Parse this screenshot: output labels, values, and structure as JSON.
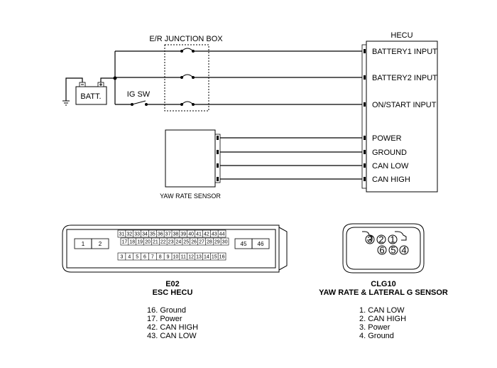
{
  "junction_box": {
    "label": "E/R JUNCTION BOX"
  },
  "battery": {
    "label": "BATT."
  },
  "ig_switch": {
    "label": "IG SW"
  },
  "hecu": {
    "title": "HECU",
    "pins": [
      "BATTERY1 INPUT",
      "BATTERY2 INPUT",
      "ON/START INPUT",
      "POWER",
      "GROUND",
      "CAN LOW",
      "CAN HIGH"
    ]
  },
  "yaw_sensor": {
    "label": "YAW RATE SENSOR"
  },
  "e02": {
    "code": "E02",
    "name": "ESC HECU",
    "row_top": [
      "31",
      "32",
      "33",
      "34",
      "35",
      "36",
      "37",
      "38",
      "39",
      "40",
      "41",
      "42",
      "43",
      "44"
    ],
    "row_mid": [
      "17",
      "18",
      "19",
      "20",
      "21",
      "22",
      "23",
      "24",
      "25",
      "26",
      "27",
      "28",
      "29",
      "30"
    ],
    "row_bottom": [
      "3",
      "4",
      "5",
      "6",
      "7",
      "8",
      "9",
      "10",
      "11",
      "12",
      "13",
      "14",
      "15",
      "16"
    ],
    "left_pins": [
      "1",
      "2"
    ],
    "right_pins": [
      "45",
      "46"
    ],
    "pin_list": [
      "16. Ground",
      "17. Power",
      "42. CAN HIGH",
      "43. CAN LOW"
    ]
  },
  "clg10": {
    "code": "CLG10",
    "name": "YAW RATE & LATERAL G SENSOR",
    "row_top": [
      "3",
      "2",
      "1"
    ],
    "row_bottom": [
      "6",
      "5",
      "4"
    ],
    "pin_list": [
      "1. CAN LOW",
      "2. CAN HIGH",
      "3. Power",
      "4. Ground"
    ]
  }
}
